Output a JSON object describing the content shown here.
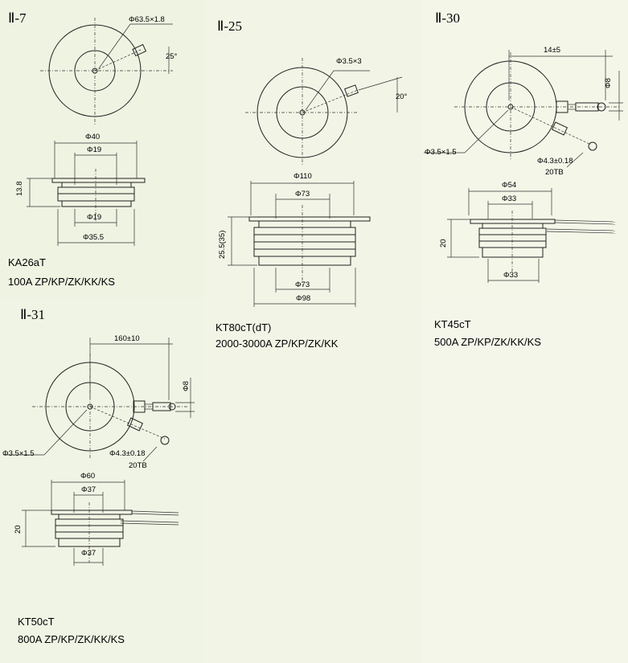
{
  "figures": [
    {
      "section": "Ⅱ-7",
      "model": "KA26aT",
      "rating": "100A ZP/KP/ZK/KK/KS",
      "dims": {
        "outer_dia": "Φ63.5×1.8",
        "angle": "25°",
        "flange_dia": "Φ40",
        "top_dia": "Φ19",
        "bottom_dia": "Φ19",
        "body_dia": "Φ35.5",
        "height": "13.8"
      }
    },
    {
      "section": "Ⅱ-25",
      "model": "KT80cT(dT)",
      "rating": "2000-3000A ZP/KP/ZK/KK",
      "dims": {
        "gate_dia": "Φ3.5×3",
        "angle": "20°",
        "flange_dia": "Φ110",
        "top_dia": "Φ73",
        "bottom_dia": "Φ73",
        "body_dia": "Φ98",
        "height": "25.5(35)"
      }
    },
    {
      "section": "Ⅱ-30",
      "model": "KT45cT",
      "rating": "500A ZP/KP/ZK/KK/KS",
      "dims": {
        "lead_offset": "14±5",
        "lead_dia": "Φ8",
        "gate_dia": "Φ3.5×1.5",
        "hole_dia": "Φ4.3±0.18",
        "lead_type": "20TB",
        "flange_dia": "Φ54",
        "top_dia": "Φ33",
        "bottom_dia": "Φ33",
        "height": "20"
      }
    },
    {
      "section": "Ⅱ-31",
      "model": "KT50cT",
      "rating": "800A ZP/KP/ZK/KK/KS",
      "dims": {
        "lead_offset": "160±10",
        "lead_dia": "Φ8",
        "gate_dia": "Φ3.5×1.5",
        "hole_dia": "Φ4.3±0.18",
        "lead_type": "20TB",
        "flange_dia": "Φ60",
        "top_dia": "Φ37",
        "bottom_dia": "Φ37",
        "height": "20"
      }
    }
  ]
}
